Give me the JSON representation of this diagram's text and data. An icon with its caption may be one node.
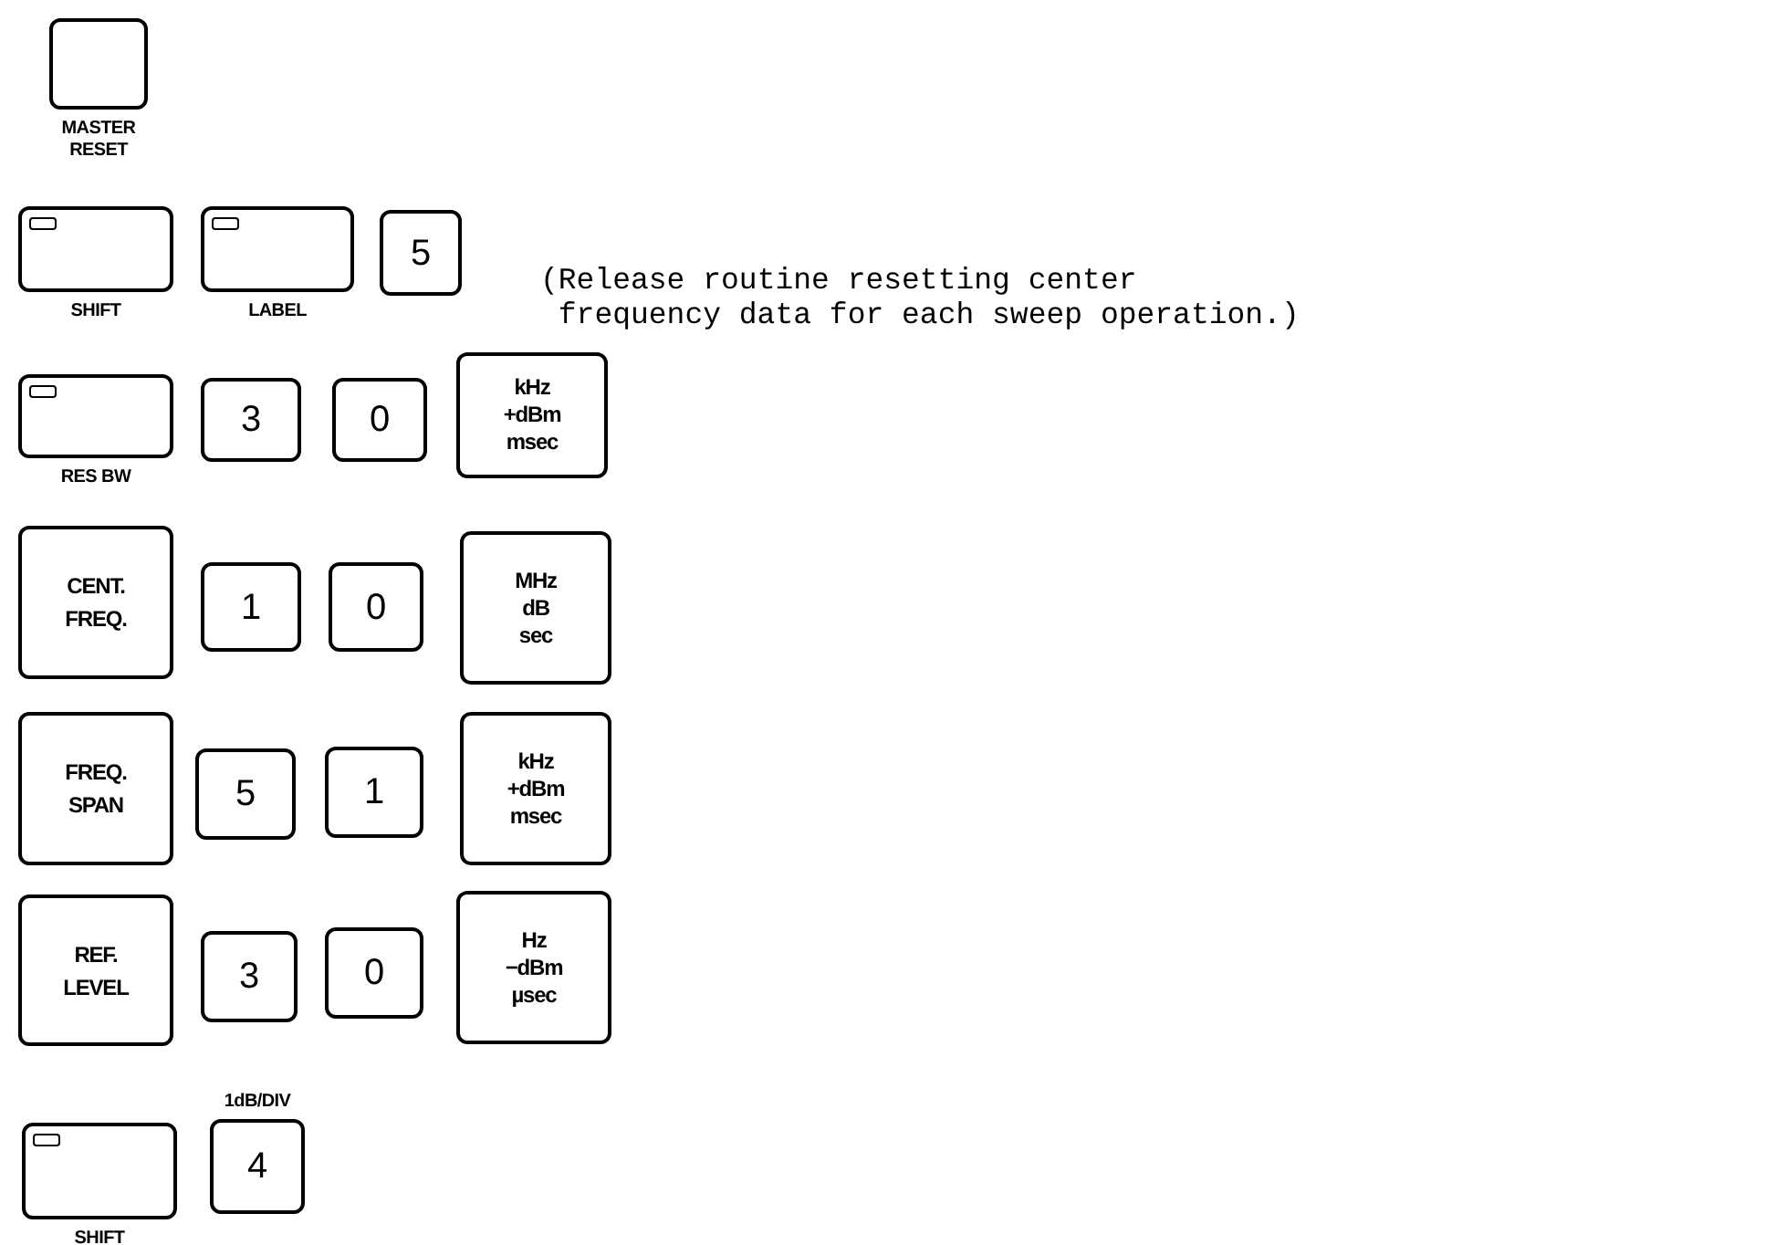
{
  "diagram": {
    "nodes": [
      {
        "text": [],
        "shape": "box",
        "beside": [
          "MASTER RESET"
        ]
      },
      {
        "text": [],
        "shape": "box",
        "beside": [
          "SHIFT"
        ]
      },
      {
        "text": [],
        "shape": "box",
        "beside": [
          "LABEL"
        ]
      },
      {
        "text": [
          "5"
        ]
      },
      {
        "text": [],
        "shape": "box",
        "beside": [
          "RES BW"
        ]
      },
      {
        "text": [
          "3"
        ]
      },
      {
        "text": [
          "0"
        ]
      },
      {
        "text": [
          "kHz",
          "+dBm",
          "msec"
        ]
      },
      {
        "text": [
          "CENT. FREQ."
        ]
      },
      {
        "text": [
          "1"
        ]
      },
      {
        "text": [
          "0"
        ]
      },
      {
        "text": [
          "MHz",
          "dB",
          "sec"
        ]
      },
      {
        "text": [
          "FREQ. SPAN"
        ]
      },
      {
        "text": [
          "5"
        ]
      },
      {
        "text": [
          "1"
        ]
      },
      {
        "text": [
          "kHz",
          "+dBm",
          "msec"
        ]
      },
      {
        "text": [
          "REF. LEVEL"
        ]
      },
      {
        "text": [
          "3"
        ]
      },
      {
        "text": [
          "0"
        ]
      },
      {
        "text": [
          "Hz",
          "−dBm",
          "µsec"
        ]
      },
      {
        "text": [],
        "shape": "box",
        "beside": [
          "SHIFT"
        ]
      },
      {
        "text": [
          "4"
        ],
        "beside": [
          "1dB/DIV"
        ]
      }
    ],
    "labels": [
      "(Release routine resetting center frequency data for each sweep operation.)"
    ]
  }
}
